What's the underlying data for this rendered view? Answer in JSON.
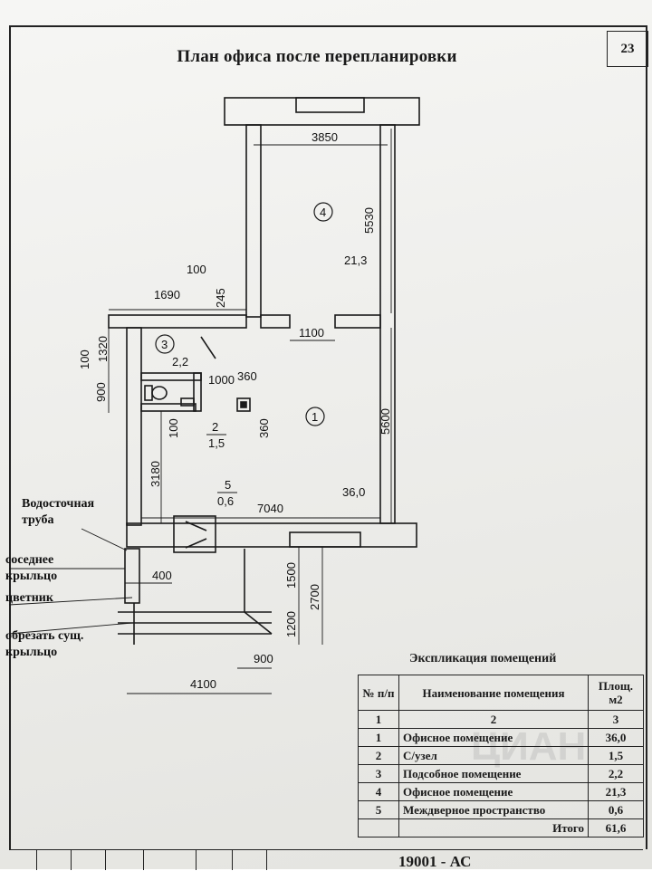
{
  "page_number": "23",
  "title": "План офиса после перепланировки",
  "dimensions": {
    "d3850": "3850",
    "d5530": "5530",
    "d100a": "100",
    "d1690": "1690",
    "d245": "245",
    "d1320": "1320",
    "d100b": "100",
    "d900a": "900",
    "d1100": "1100",
    "d1000": "1000",
    "d360a": "360",
    "d100c": "100",
    "d360b": "360",
    "d5600": "5600",
    "d3180": "3180",
    "d7040": "7040",
    "d400": "400",
    "d1500": "1500",
    "d2700": "2700",
    "d1200": "1200",
    "d900b": "900",
    "d4100": "4100"
  },
  "rooms": {
    "r1_num": "1",
    "r1_area": "36,0",
    "r2_num": "2",
    "r2_area": "1,5",
    "r3_num": "3",
    "r3_area": "2,2",
    "r4_num": "4",
    "r4_area": "21,3",
    "r5_num": "5",
    "r5_area": "0,6"
  },
  "labels": {
    "drainpipe_1": "Водосточная",
    "drainpipe_2": "труба",
    "porch_1": "соседнее",
    "porch_2": "крыльцо",
    "flowerbed": "цветник",
    "cut_1": "обрезать сущ.",
    "cut_2": "крыльцо"
  },
  "explication": {
    "title": "Экспликация помещений",
    "headers": [
      "№ п/п",
      "Наименование помещения",
      "Площ. м2"
    ],
    "index_row": [
      "1",
      "2",
      "3"
    ],
    "rows": [
      [
        "1",
        "Офисное помещение",
        "36,0"
      ],
      [
        "2",
        "С/узел",
        "1,5"
      ],
      [
        "3",
        "Подсобное помещение",
        "2,2"
      ],
      [
        "4",
        "Офисное помещение",
        "21,3"
      ],
      [
        "5",
        "Междверное пространство",
        "0,6"
      ]
    ],
    "total_label": "Итого",
    "total_value": "61,6"
  },
  "stamp_code": "19001 - АС"
}
